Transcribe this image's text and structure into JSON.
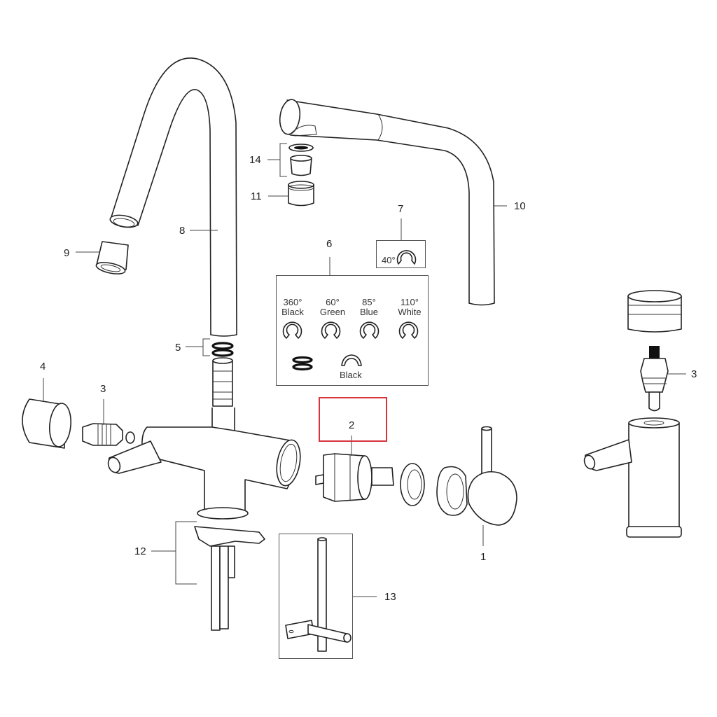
{
  "diagram": {
    "type": "exploded-parts-diagram",
    "subject": "kitchen faucet spare parts",
    "highlight_color": "#d8343c",
    "line_color": "#222222",
    "highlighted_part": "2"
  },
  "callouts": [
    {
      "id": "1",
      "label": "1",
      "part": "lever handle"
    },
    {
      "id": "2",
      "label": "2",
      "part": "cartridge"
    },
    {
      "id": "3a",
      "label": "3",
      "part": "valve headpart (main body)"
    },
    {
      "id": "3b",
      "label": "3",
      "part": "valve headpart (side tap)"
    },
    {
      "id": "4",
      "label": "4",
      "part": "handle cap"
    },
    {
      "id": "5",
      "label": "5",
      "part": "o-rings"
    },
    {
      "id": "6",
      "label": "6",
      "part": "swivel limit clips"
    },
    {
      "id": "7",
      "label": "7",
      "part": "40° clip"
    },
    {
      "id": "8",
      "label": "8",
      "part": "gooseneck spout"
    },
    {
      "id": "9",
      "label": "9",
      "part": "aerator"
    },
    {
      "id": "10",
      "label": "10",
      "part": "L-shaped spout"
    },
    {
      "id": "11",
      "label": "11",
      "part": "aerator"
    },
    {
      "id": "12",
      "label": "12",
      "part": "mounting base with hoses"
    },
    {
      "id": "13",
      "label": "13",
      "part": "mounting rod"
    },
    {
      "id": "14",
      "label": "14",
      "part": "aerator insert and seal"
    }
  ],
  "clip_panel": {
    "clips": [
      {
        "angle": "360°",
        "color": "Black"
      },
      {
        "angle": "60°",
        "color": "Green"
      },
      {
        "angle": "85°",
        "color": "Blue"
      },
      {
        "angle": "110°",
        "color": "White"
      }
    ],
    "bottom_clip_label": "Black"
  },
  "clip_7": {
    "angle": "40°"
  }
}
